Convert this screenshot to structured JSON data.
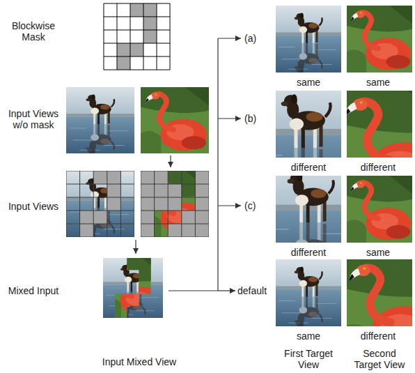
{
  "diagram": {
    "nodes": [
      {
        "text": [
          "same"
        ]
      },
      {
        "text": [
          "same"
        ]
      },
      {
        "text": [
          "different"
        ]
      },
      {
        "text": [
          "different"
        ]
      },
      {
        "text": [
          "different"
        ]
      },
      {
        "text": [
          "same"
        ]
      },
      {
        "text": [
          "same"
        ]
      },
      {
        "text": [
          "different"
        ]
      }
    ],
    "labels": [
      "Blockwise Mask",
      "Input Views w/o mask",
      "Input Views",
      "Mixed Input",
      "(a)",
      "(b)",
      "(c)",
      "default",
      "Input Mixed View",
      "First Target View",
      "Second Target View"
    ]
  }
}
